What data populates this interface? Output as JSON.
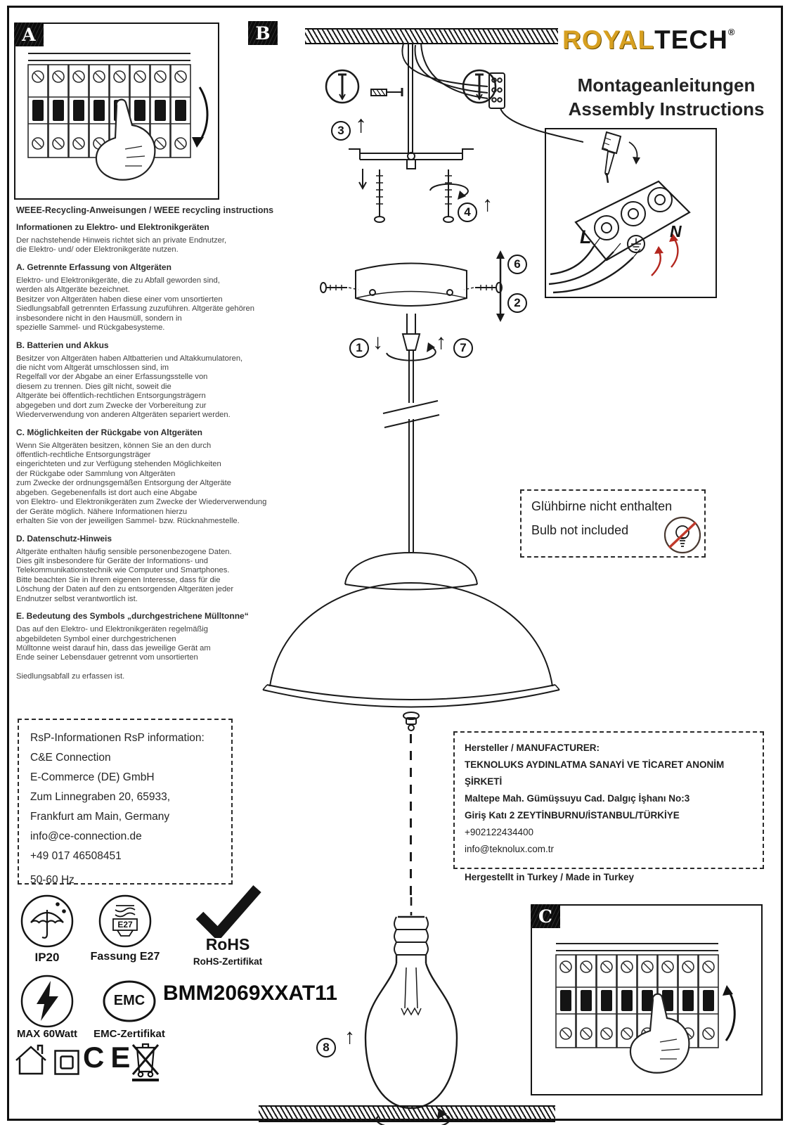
{
  "brand": {
    "royal": "ROYAL",
    "tech": "TECH",
    "registered": "®",
    "gold": "#d7a021"
  },
  "title": {
    "de": "Montageanleitungen",
    "en": "Assembly Instructions"
  },
  "panels": {
    "a": "A",
    "b": "B",
    "c": "C"
  },
  "steps": {
    "n1": "1",
    "n2": "2",
    "n3": "3",
    "n4": "4",
    "n6": "6",
    "n7": "7",
    "n8": "8"
  },
  "arrows": {
    "up": "↑",
    "down": "↓"
  },
  "wiring": {
    "live": "L",
    "neutral": "N"
  },
  "weee": {
    "title": "WEEE-Recycling-Anweisungen / WEEE recycling instructions",
    "sections": [
      {
        "heading": "Informationen zu Elektro- und Elektronikgeräten",
        "body": "Der nachstehende Hinweis richtet sich an private Endnutzer,\ndie Elektro- und/ oder Elektronikgeräte nutzen."
      },
      {
        "heading": "A. Getrennte Erfassung von Altgeräten",
        "body": "Elektro- und Elektronikgeräte, die zu Abfall geworden sind,\nwerden als Altgeräte bezeichnet.\nBesitzer von Altgeräten haben diese einer vom unsortierten\nSiedlungsabfall getrennten Erfassung zuzuführen. Altgeräte gehören\ninsbesondere nicht in den Hausmüll, sondern in\nspezielle Sammel- und Rückgabesysteme."
      },
      {
        "heading": "B. Batterien und Akkus",
        "body": "Besitzer von Altgeräten haben Altbatterien und Altakkumulatoren,\n die nicht vom Altgerät umschlossen sind, im\nRegelfall vor der Abgabe an einer Erfassungsstelle von\ndiesem zu trennen. Dies gilt nicht, soweit die\nAltgeräte bei öffentlich-rechtlichen Entsorgungsträgern\nabgegeben und dort zum Zwecke der Vorbereitung zur\nWiederverwendung von anderen Altgeräten separiert werden."
      },
      {
        "heading": "C. Möglichkeiten der Rückgabe von Altgeräten",
        "body": "Wenn Sie Altgeräten besitzen, können Sie an den durch\nöffentlich-rechtliche Entsorgungsträger\neingerichteten und zur Verfügung stehenden Möglichkeiten\nder Rückgabe oder Sammlung von Altgeräten\n zum Zwecke der ordnungsgemäßen Entsorgung der Altgeräte\nabgeben. Gegebenenfalls ist dort auch eine Abgabe\n von Elektro- und Elektronikgeräten zum Zwecke der Wiederverwendung\nder Geräte möglich. Nähere Informationen hierzu\nerhalten Sie von der jeweiligen Sammel- bzw. Rücknahmestelle."
      },
      {
        "heading": "D. Datenschutz-Hinweis",
        "body": "Altgeräte enthalten häufig sensible personenbezogene Daten.\nDies gilt insbesondere für Geräte der Informations- und\nTelekommunikationstechnik wie Computer und Smartphones.\nBitte beachten Sie in Ihrem eigenen Interesse, dass für die\nLöschung der Daten auf den zu entsorgenden Altgeräten jeder\nEndnutzer selbst verantwortlich ist."
      },
      {
        "heading": "E. Bedeutung des Symbols „durchgestrichene Mülltonne“",
        "body": "Das auf den Elektro- und Elektronikgeräten regelmäßig\n abgebildeten Symbol einer durchgestrichenen\nMülltonne weist darauf hin, dass das jeweilige Gerät am\nEnde seiner Lebensdauer getrennt vom unsortierten\n\nSiedlungsabfall zu erfassen ist."
      }
    ]
  },
  "bulb_note": {
    "de": "Glühbirne nicht enthalten",
    "en": "Bulb not included"
  },
  "rsp": {
    "title": "RsP-Informationen RsP information:",
    "lines": [
      "C&E Connection",
      "E-Commerce (DE) GmbH",
      "Zum Linnegraben 20, 65933,",
      "Frankfurt am Main, Germany",
      "info@ce-connection.de",
      "+49 017 46508451",
      "50-60 Hz"
    ]
  },
  "manufacturer": {
    "title": "Hersteller / MANUFACTURER:",
    "name": "TEKNOLUKS AYDINLATMA SANAYİ VE TİCARET ANONİM ŞİRKETİ",
    "address1": "Maltepe Mah. Gümüşsuyu Cad. Dalgıç İşhanı No:3",
    "address2": "Giriş Katı 2 ZEYTİNBURNU/İSTANBUL/TÜRKİYE",
    "phone": "+902122434400",
    "email": "info@teknolux.com.tr",
    "made_in": "Hergestellt in Turkey / Made in Turkey"
  },
  "certifications": {
    "ip_rating": "IP20",
    "socket": "E27",
    "socket_label": "Fassung E27",
    "rohs": "RoHS",
    "rohs_cert": "RoHS-Zertifikat",
    "max_wattage": "MAX 60Watt",
    "emc": "EMC",
    "emc_cert": "EMC-Zertifikat",
    "ce": "CE"
  },
  "model_number": "BMM2069XXAT11"
}
